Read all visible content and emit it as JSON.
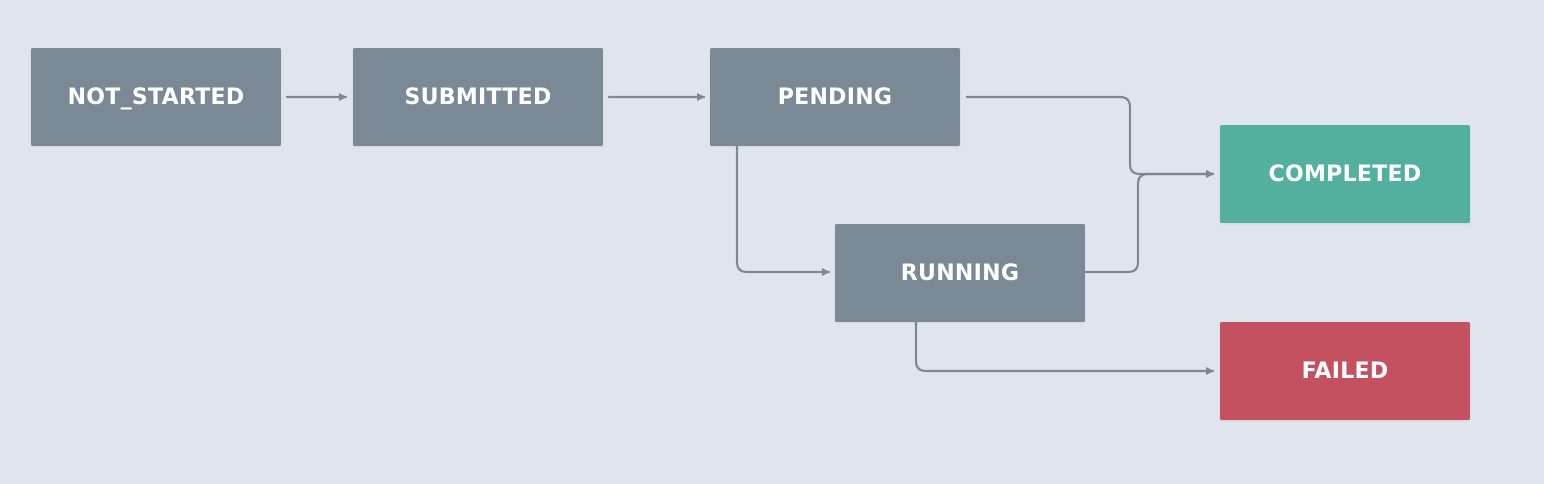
{
  "states": {
    "not_started": "NOT_STARTED",
    "submitted": "SUBMITTED",
    "pending": "PENDING",
    "running": "RUNNING",
    "completed": "COMPLETED",
    "failed": "FAILED"
  },
  "colors": {
    "background": "#e0e5ed",
    "neutral": "#7b8996",
    "completed": "#53af9e",
    "failed": "#c4515f",
    "edge": "#7b8996"
  },
  "transitions": [
    {
      "from": "NOT_STARTED",
      "to": "SUBMITTED"
    },
    {
      "from": "SUBMITTED",
      "to": "PENDING"
    },
    {
      "from": "PENDING",
      "to": "COMPLETED"
    },
    {
      "from": "PENDING",
      "to": "RUNNING"
    },
    {
      "from": "RUNNING",
      "to": "COMPLETED"
    },
    {
      "from": "RUNNING",
      "to": "FAILED"
    }
  ]
}
